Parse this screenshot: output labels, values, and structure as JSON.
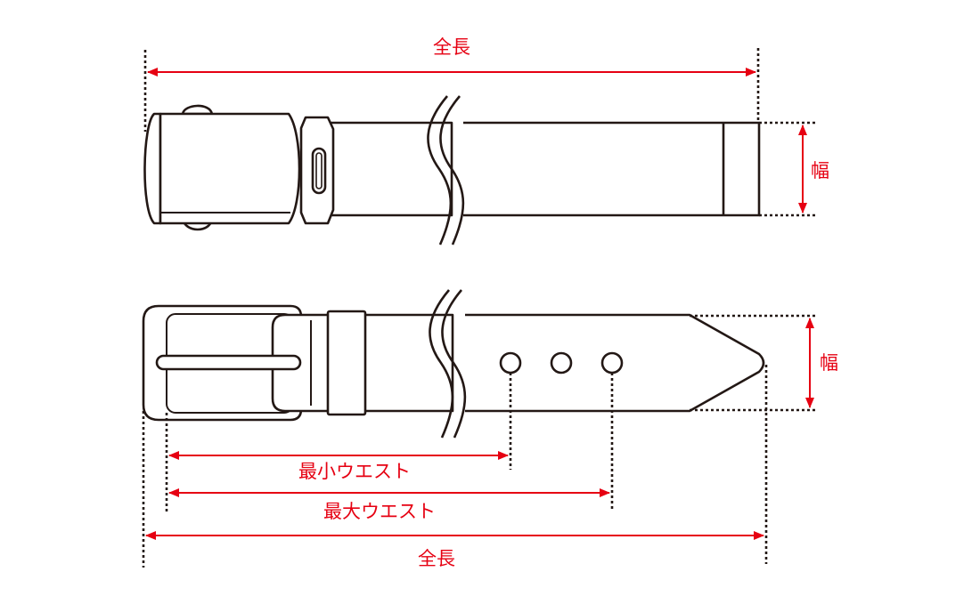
{
  "colors": {
    "dimension": "#e60012",
    "outline": "#231815",
    "background": "#ffffff"
  },
  "top_belt": {
    "icons": [
      "box-buckle-icon",
      "belt-strap-icon"
    ],
    "labels": {
      "total_length": "全長",
      "width": "幅"
    }
  },
  "bottom_belt": {
    "icons": [
      "frame-buckle-icon",
      "belt-strap-icon",
      "belt-hole-icon"
    ],
    "hole_count": 3,
    "labels": {
      "width": "幅",
      "min_waist": "最小ウエスト",
      "max_waist": "最大ウエスト",
      "total_length": "全長"
    }
  }
}
